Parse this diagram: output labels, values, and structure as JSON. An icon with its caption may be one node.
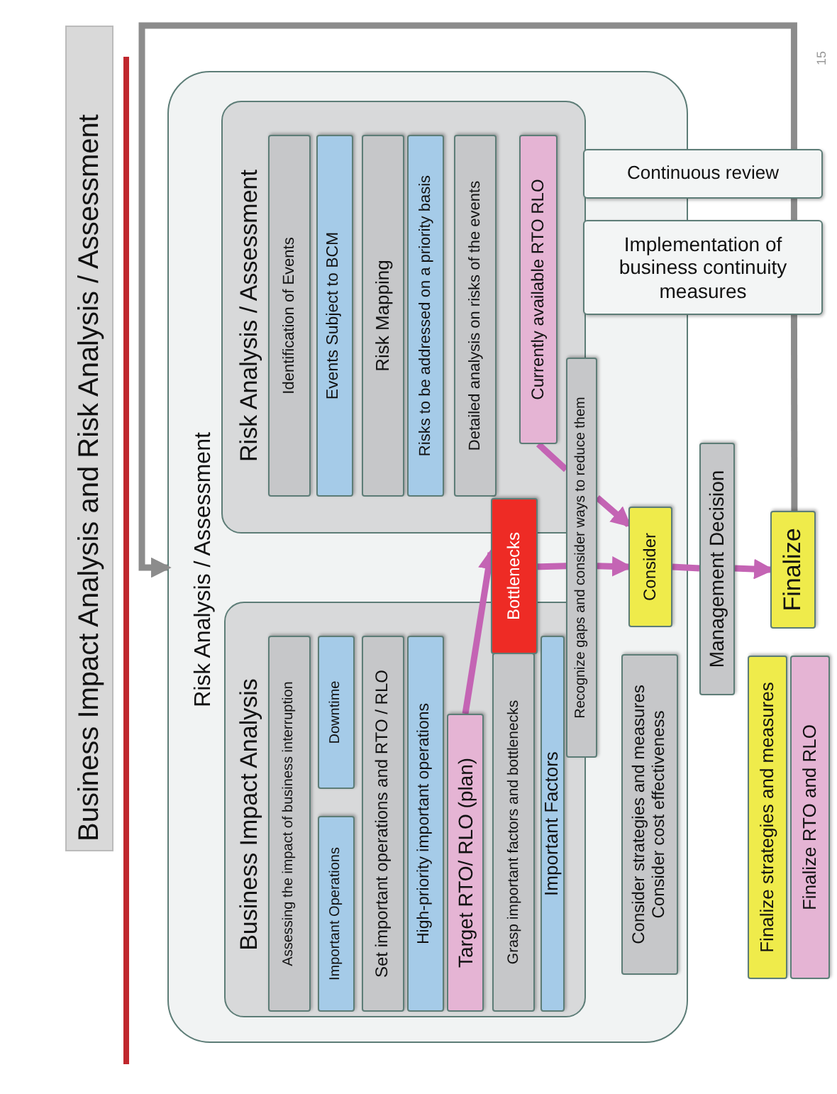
{
  "diagram": {
    "title": "Business Impact Analysis and Risk Analysis / Assessment",
    "nodes": [
      {
        "text": [
          "Risk Analysis / Assessment"
        ]
      },
      {
        "text": [
          "Risk Analysis / Assessment"
        ],
        "in": 0
      },
      {
        "text": [
          "Identification of Events"
        ],
        "in": 1
      },
      {
        "text": [
          "Events Subject to BCM"
        ],
        "in": 1
      },
      {
        "text": [
          "Risk Mapping"
        ],
        "in": 1
      },
      {
        "text": [
          "Risks to be addressed on a priority basis"
        ],
        "in": 1
      },
      {
        "text": [
          "Detailed analysis on risks of the events"
        ],
        "in": 1
      },
      {
        "text": [
          "Currently available RTO RLO"
        ],
        "in": 1
      },
      {
        "text": [
          "Business Impact Analysis"
        ],
        "in": 0
      },
      {
        "text": [
          "Assessing the impact of business interruption"
        ],
        "in": 8
      },
      {
        "text": [
          "Important Operations"
        ],
        "in": 8
      },
      {
        "text": [
          "Downtime"
        ],
        "in": 8
      },
      {
        "text": [
          "Set important operations and RTO / RLO"
        ],
        "in": 8
      },
      {
        "text": [
          "High-priority important operations"
        ],
        "in": 8
      },
      {
        "text": [
          "Target RTO/ RLO (plan)"
        ],
        "in": 8
      },
      {
        "text": [
          "Grasp important factors and bottlenecks"
        ],
        "in": 8
      },
      {
        "text": [
          "Important Factors"
        ],
        "in": 8
      },
      {
        "text": [
          "Bottlenecks"
        ],
        "in": 0
      },
      {
        "text": [
          "Recognize gaps and consider ways to reduce them"
        ],
        "in": 0
      },
      {
        "text": [
          "Consider"
        ],
        "in": 0
      },
      {
        "text": [
          "Consider strategies and measures",
          "Consider cost effectiveness"
        ],
        "in": 0
      },
      {
        "text": [
          "Management Decision"
        ]
      },
      {
        "text": [
          "Finalize"
        ]
      },
      {
        "text": [
          "Finalize strategies and measures"
        ]
      },
      {
        "text": [
          "Finalize RTO and RLO"
        ]
      },
      {
        "text": [
          "Continuous review"
        ]
      },
      {
        "text": [
          "Implementation of business continuity measures"
        ]
      }
    ],
    "edges": [
      {
        "from": 14,
        "to": 17,
        "arrow": "to"
      },
      {
        "from": 17,
        "to": 18,
        "arrow": "none"
      },
      {
        "from": 18,
        "to": 19,
        "arrow": "to"
      },
      {
        "from": 7,
        "to": 18,
        "arrow": "none"
      },
      {
        "from": 18,
        "to": 19,
        "arrow": "to"
      },
      {
        "from": 19,
        "to": 21,
        "arrow": "none"
      },
      {
        "from": 21,
        "to": 22,
        "arrow": "to"
      },
      {
        "from": 22,
        "to": 26,
        "arrow": "none",
        "color": "#8c8c8c"
      },
      {
        "from": 26,
        "to": 25,
        "arrow": "none",
        "color": "#8c8c8c"
      },
      {
        "from": 25,
        "to": 0,
        "arrow": "to",
        "color": "#8c8c8c"
      }
    ],
    "labels": [
      "15"
    ]
  }
}
